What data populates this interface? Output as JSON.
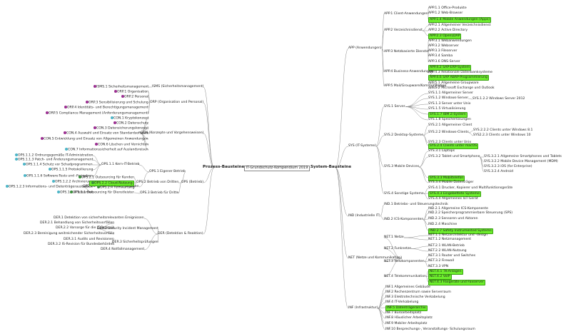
{
  "center_title": "IT-Grundschutz-Kompendium 2019",
  "colors": {
    "highlight": "#6dee2c",
    "line": "#8a8a8a",
    "icon_purple": "#9b2d91",
    "icon_green": "#3c8f3c",
    "icon_cyan": "#4db6c8"
  },
  "right": {
    "label": "System-Bausteine",
    "groups": [
      {
        "label": "APP (Anwendungen)",
        "subs": [
          {
            "label": "APP.1 Client-Anwendungen",
            "items": [
              {
                "t": "APP.1.1 Office-Produkte"
              },
              {
                "t": "APP.1.2 Web-Browser"
              },
              {
                "t": "APP.1.4 Mobile Anwendungen (Apps)",
                "hl": true
              }
            ]
          },
          {
            "label": "APP.2 Verzeichnisdienst",
            "items": [
              {
                "t": "APP.2.1 Allgemeiner Verzeichnisdienst"
              },
              {
                "t": "APP.2.2 Active Directory"
              },
              {
                "t": "APP.2.3 OpenLDAP",
                "hl": true
              }
            ]
          },
          {
            "label": "APP.3 Netzbasierte Dienste",
            "items": [
              {
                "t": "APP.3.1 Webanwendungen"
              },
              {
                "t": "APP.3.2 Webserver"
              },
              {
                "t": "APP.3.3 Fileserver"
              },
              {
                "t": "APP.3.4 Samba"
              },
              {
                "t": "APP.3.6 DNS-Server"
              }
            ]
          },
          {
            "label": "APP.4 Business-Anwendungen",
            "items": [
              {
                "t": "APP.4.2 SAP-ERP-System",
                "hl": true
              },
              {
                "t": "APP.4.3 Relationale Datenbanksysteme"
              },
              {
                "t": "APP.4.6 SAP ABAP-Programmierung",
                "hl": true
              }
            ]
          },
          {
            "label": "APP.5 Mail/Groupware/Kommunikation",
            "items": [
              {
                "t": "APP.5.1 Allgemeine Groupware"
              },
              {
                "t": "APP.5.2 Microsoft Exchange und Outlook"
              }
            ]
          }
        ]
      },
      {
        "label": "SYS (IT-Systeme)",
        "subs": [
          {
            "label": "SYS.1 Server",
            "items": [
              {
                "t": "SYS.1.1 Allgemeiner Server"
              },
              {
                "t": "SYS.1.2 Windows-Server",
                "kids": [
                  "SYS.1.2.2 Windows Server 2012"
                ]
              },
              {
                "t": "SYS.1.3 Server unter Unix"
              },
              {
                "t": "SYS.1.5 Virtualisierung"
              },
              {
                "t": "SYS.1.7 IBM Z-System",
                "hl": true
              },
              {
                "t": "SYS.1.8 Speicherlösungen"
              }
            ]
          },
          {
            "label": "SYS.2 Desktop-Systeme",
            "items": [
              {
                "t": "SYS.2.1 Allgemeiner Client"
              },
              {
                "t": "SYS.2.2 Windows-Clients",
                "kids": [
                  "SYS.2.2.2 Clients unter Windows 8.1",
                  "SYS2.2.3 Clients unter Windows 10"
                ]
              },
              {
                "t": "SYS.2.3 Clients unter Unix"
              },
              {
                "t": "SYS.2.4 Clients unter macOS",
                "hl": true
              }
            ]
          },
          {
            "label": "SYS.3 Mobile Devices",
            "items": [
              {
                "t": "SYS.3.1 Laptops"
              },
              {
                "t": "SYS.3.2 Tablet und Smartphone",
                "kids": [
                  "SYS.3.2.1 Allgemeine Smartphones und Tablets",
                  "SYS.3.2.2 Mobile Device Management (MDM)",
                  "SYS.3.2.3 iOS (for Enterprise)",
                  "SYS.3.2.4 Android"
                ]
              },
              {
                "t": "SYS.3.3 Mobiltelefon",
                "hl": true
              },
              {
                "t": "SYS.3.4 Mobile Datenträger"
              }
            ]
          },
          {
            "label": "SYS.4 Sonstige Systeme",
            "items": [
              {
                "t": "SYS.4.1 Drucker, Kopierer und Multifunktionsgeräte"
              },
              {
                "t": "SYS.4.3 Eingebettete Systeme",
                "hl": true
              },
              {
                "t": "SYS.4.4 Allgemeines IoT-Gerät"
              }
            ]
          }
        ]
      },
      {
        "label": "IND (Industrielle IT)",
        "subs": [
          {
            "label": "IND.1 Betriebs- und Steuerungstechnik",
            "items": []
          },
          {
            "label": "IND.2 ICS-Komponenten",
            "items": [
              {
                "t": "IND.2.1 Allgemeine ICS-Komponente"
              },
              {
                "t": "IND.2.2 Speicherprogrammierbare Steuerung (SPS)"
              },
              {
                "t": "IND.2.3 Sensoren und Aktoren"
              },
              {
                "t": "IND.2.4 Maschine"
              },
              {
                "t": "IND.2.7 Safety Instrumented Systems",
                "hl": true
              }
            ]
          }
        ]
      },
      {
        "label": "NET (Netze und Kommunikation)",
        "subs": [
          {
            "label": "NET.1 Netze",
            "items": [
              {
                "t": "NET.1.1 Netzarchitektur und -design"
              },
              {
                "t": "NET.1.2 Netzmanagement"
              }
            ]
          },
          {
            "label": "NET.2 Funknetze",
            "items": [
              {
                "t": "NET.2.1 WLAN-Betrieb"
              },
              {
                "t": "NET.2.2 WLAN-Nutzung"
              }
            ]
          },
          {
            "label": "NET.3 Netzkomponenten",
            "items": [
              {
                "t": "NET.3.1 Router und Switches"
              },
              {
                "t": "NET.3.2 Firewall"
              },
              {
                "t": "NET.3.3 VPN"
              }
            ]
          },
          {
            "label": "NET.4 Telekommunikation",
            "items": [
              {
                "t": "NET.4.1 TK-Anlagen",
                "hl": true
              },
              {
                "t": "NET.4.2 VoIP",
                "hl": true
              },
              {
                "t": "NET.4.3 Faxgeräte und Faxserver",
                "hl": true
              }
            ]
          }
        ]
      },
      {
        "label": "INF (Infrastruktur)",
        "subs": [
          {
            "label": "INF.1 Allgemeines Gebäude",
            "items": []
          },
          {
            "label": "INF.2 Rechenzentrum sowie Serverraum",
            "items": []
          },
          {
            "label": "INF.3 Elektrotechnische Verkabelung",
            "items": []
          },
          {
            "label": "INF.4 IT-Verkabelung",
            "items": []
          },
          {
            "label": "INF.5 Datenträgerarchiv",
            "hl": true,
            "items": []
          },
          {
            "label": "INF.7 Büroarbeitsplatz",
            "items": []
          },
          {
            "label": "INF.8 Häuslicher Arbeitsplatz",
            "items": []
          },
          {
            "label": "INF.9 Mobiler Arbeitsplatz",
            "items": []
          },
          {
            "label": "INF.10 Besprechungs-, Veranstaltungs- Schulungsraum",
            "items": []
          }
        ]
      }
    ]
  },
  "left": {
    "label": "Prozess-Bausteine",
    "groups": [
      {
        "label": "ISMS (Sicherheitsmanagement)",
        "subs": [
          {
            "label": "ISMS.1 Sicherheitsmanagement",
            "icon": "purple",
            "items": []
          }
        ]
      },
      {
        "label": "ORP (Organisation und Personal)",
        "subs": [
          {
            "label": "ORP.1 Organisation",
            "icon": "purple",
            "items": []
          },
          {
            "label": "ORP.2 Personal",
            "icon": "purple",
            "items": []
          },
          {
            "label": "ORP.3 Sensibilisierung und Schulung",
            "icon": "purple",
            "items": []
          },
          {
            "label": "ORP.4 Identitäts- und Berechtigungsmanagement",
            "icon": "purple",
            "items": []
          },
          {
            "label": "ORP.5 Compliance Management (Anforderungsmanagement)",
            "icon": "purple",
            "items": []
          }
        ]
      },
      {
        "label": "CON (Konzepte und Vorgehensweisen)",
        "subs": [
          {
            "label": "CON.1 Kryptokonzept",
            "icon": "cyan",
            "items": []
          },
          {
            "label": "CON.2 Datenschutz",
            "icon": "purple",
            "items": []
          },
          {
            "label": "CON.3 Datensicherungskonzept",
            "icon": "purple",
            "items": []
          },
          {
            "label": "CON.4 Auswahl und Einsatz von Standardsoftware",
            "icon": "purple",
            "items": []
          },
          {
            "label": "CON.5 Entwicklung und Einsatz von Allgemeinen Anwendungen",
            "icon": "purple",
            "items": []
          },
          {
            "label": "CON.6 Löschen und Vernichten",
            "icon": "purple",
            "items": []
          },
          {
            "label": "CON.7 Informationssicherheit auf Auslandsreisen",
            "icon": "cyan",
            "items": []
          }
        ]
      },
      {
        "label": "OPS (Betrieb)",
        "subs": [
          {
            "label": "OPS.1 Eigener Betrieb",
            "items": [
              {
                "t": "OPS.1.1 Kern-IT-Betrieb",
                "kids": [
                  "OPS.1.1.2 Ordnungsgemäße IT-Administration",
                  "OPS.1.1.3 Patch- und Änderungsmanagement",
                  "OPS.1.1.4 Schutz vor Schadprogrammen",
                  "OPS.1.1.5 Protokollierung",
                  "OPS.1.1.6 Software-Tests und -Freigaben"
                ]
              },
              {
                "t": "OPS.1.2 Weiterführende Aufgaben",
                "kids": [
                  "OPS.1.2.2 Archivierung",
                  "OPS.1.2.3 Informations- und Datenträgeraustausch",
                  "OPS.1.2.4 Telearbeit"
                ]
              }
            ]
          },
          {
            "label": "OPS.2 Betrieb von Dritten",
            "items": [
              {
                "t": "OPS.2.1 Outsourcing für Kunden"
              },
              {
                "t": "OPS.2.2 Cloud-Nutzung",
                "hl": true
              },
              {
                "t": "OPS.2.4 Fernwartung"
              }
            ]
          },
          {
            "label": "OPS.3 Betrieb für Dritte",
            "items": [
              {
                "t": "OPS.3.1 Outsourcing für Dienstleister"
              }
            ]
          }
        ]
      },
      {
        "label": "DER (Detektion & Reaktion)",
        "subs": [
          {
            "label": "DER.1 Detektion von sicherheitsrelevanten Ereignissen",
            "items": []
          },
          {
            "label": "DER.2 Security Incident Management",
            "items": [
              {
                "t": "DER.2.1 Behandlung von Sicherheitsvorfällen"
              },
              {
                "t": "DER.2.2 Vorsorge für die IT-Forensik"
              },
              {
                "t": "DER.2.3 Bereinigung weitreichender Sicherheitsvorfälle"
              }
            ]
          },
          {
            "label": "DER.3 Sicherheitsprüfungen",
            "items": [
              {
                "t": "DER.3.1 Audits und Revisionen"
              },
              {
                "t": "DER.3.2 IS-Revision für Bundesbehörden"
              }
            ]
          },
          {
            "label": "DER.4 Notfallmanagement",
            "items": []
          }
        ]
      }
    ]
  }
}
